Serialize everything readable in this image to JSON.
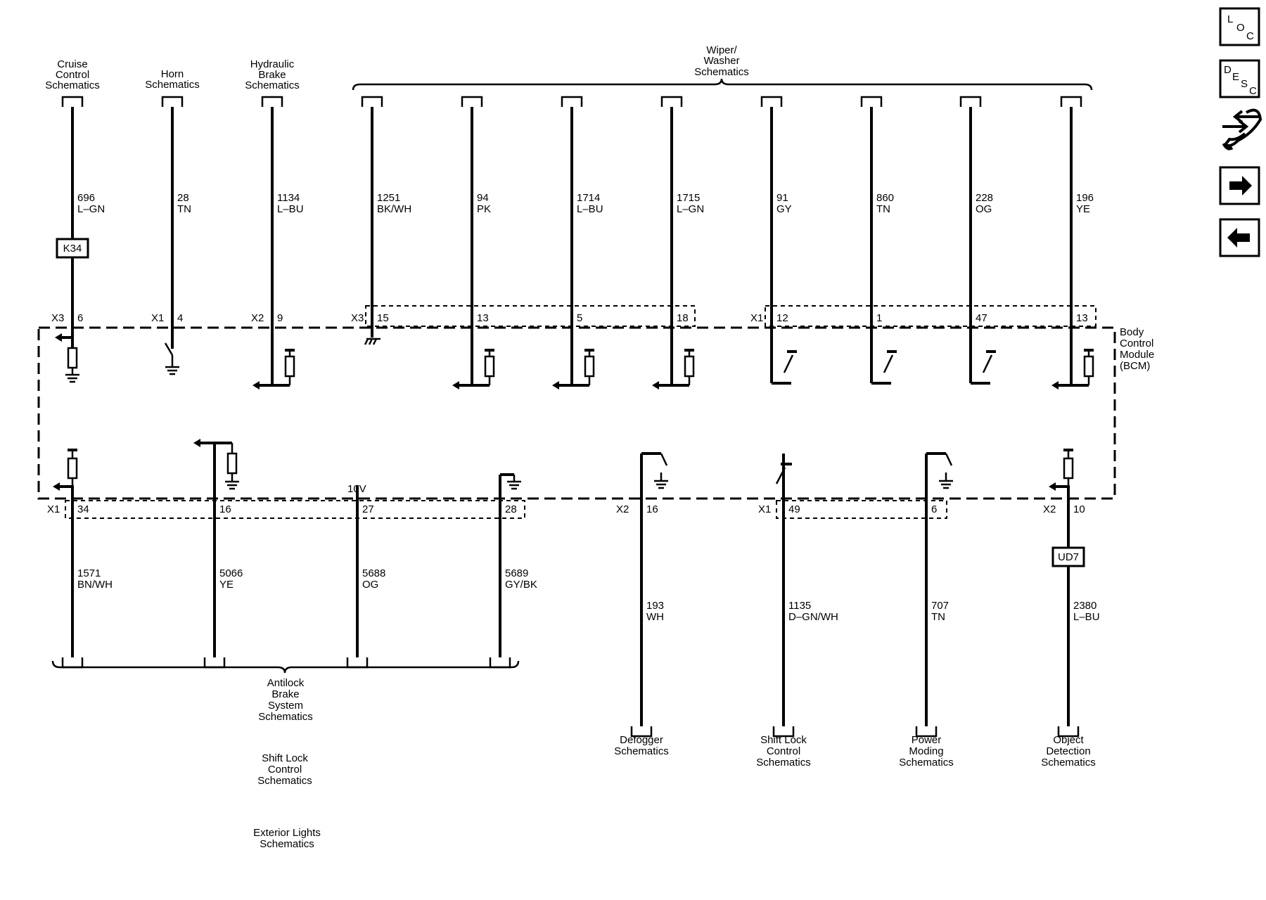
{
  "module": {
    "label_lines": [
      "Body",
      "Control",
      "Module",
      "(BCM)"
    ]
  },
  "top_destinations": [
    {
      "id": "cruise",
      "lines": [
        "Cruise",
        "Control",
        "Schematics"
      ]
    },
    {
      "id": "horn",
      "lines": [
        "Horn",
        "Schematics"
      ]
    },
    {
      "id": "hydraulic",
      "lines": [
        "Hydraulic",
        "Brake",
        "Schematics"
      ]
    },
    {
      "id": "wiper",
      "lines": [
        "Wiper/",
        "Washer",
        "Schematics"
      ]
    }
  ],
  "bottom_destinations": [
    {
      "id": "abs",
      "lines": [
        "Antilock",
        "Brake",
        "System",
        "Schematics"
      ]
    },
    {
      "id": "shiftlock-left",
      "lines": [
        "Shift Lock",
        "Control",
        "Schematics"
      ]
    },
    {
      "id": "exterior",
      "lines": [
        "Exterior Lights",
        "Schematics"
      ]
    },
    {
      "id": "defogger",
      "lines": [
        "Defogger",
        "Schematics"
      ]
    },
    {
      "id": "shiftlock",
      "lines": [
        "Shift Lock",
        "Control",
        "Schematics"
      ]
    },
    {
      "id": "power",
      "lines": [
        "Power",
        "Moding",
        "Schematics"
      ]
    },
    {
      "id": "object",
      "lines": [
        "Object",
        "Detection",
        "Schematics"
      ]
    }
  ],
  "top_wires": [
    {
      "circuit": "696",
      "color": "L–GN",
      "connector": "X3",
      "pin": "6",
      "component": "K34",
      "circuit_type": "pulldown"
    },
    {
      "circuit": "28",
      "color": "TN",
      "connector": "X1",
      "pin": "4",
      "circuit_type": "switch-ground"
    },
    {
      "circuit": "1134",
      "color": "L–BU",
      "connector": "X2",
      "pin": "9",
      "circuit_type": "pullup-input"
    },
    {
      "circuit": "1251",
      "color": "BK/WH",
      "connector": "X3",
      "pin": "15",
      "circuit_type": "chassis-ground"
    },
    {
      "circuit": "94",
      "color": "PK",
      "connector": "",
      "pin": "13",
      "circuit_type": "pullup-input"
    },
    {
      "circuit": "1714",
      "color": "L–BU",
      "connector": "",
      "pin": "5",
      "circuit_type": "pullup-input"
    },
    {
      "circuit": "1715",
      "color": "L–GN",
      "connector": "",
      "pin": "18",
      "circuit_type": "pullup-input"
    },
    {
      "circuit": "91",
      "color": "GY",
      "connector": "X1",
      "pin": "12",
      "circuit_type": "switch-output"
    },
    {
      "circuit": "860",
      "color": "TN",
      "connector": "",
      "pin": "1",
      "circuit_type": "switch-output"
    },
    {
      "circuit": "228",
      "color": "OG",
      "connector": "",
      "pin": "47",
      "circuit_type": "switch-output"
    },
    {
      "circuit": "196",
      "color": "YE",
      "connector": "",
      "pin": "13",
      "circuit_type": "pullup-input"
    }
  ],
  "bottom_wires": [
    {
      "circuit": "1571",
      "color": "BN/WH",
      "connector": "X1",
      "pin": "34",
      "circuit_type": "pullup-input"
    },
    {
      "circuit": "5066",
      "color": "YE",
      "connector": "",
      "pin": "16",
      "circuit_type": "pulldown-input"
    },
    {
      "circuit": "5688",
      "color": "OG",
      "connector": "",
      "pin": "27",
      "voltage": "10V",
      "circuit_type": "reference"
    },
    {
      "circuit": "5689",
      "color": "GY/BK",
      "connector": "",
      "pin": "28",
      "circuit_type": "ground"
    },
    {
      "circuit": "193",
      "color": "WH",
      "connector": "X2",
      "pin": "16",
      "circuit_type": "switch-ground"
    },
    {
      "circuit": "1135",
      "color": "D–GN/WH",
      "connector": "X1",
      "pin": "49",
      "circuit_type": "switch-power"
    },
    {
      "circuit": "707",
      "color": "TN",
      "connector": "",
      "pin": "6",
      "circuit_type": "switch-ground"
    },
    {
      "circuit": "2380",
      "color": "L–BU",
      "connector": "X2",
      "pin": "10",
      "component": "UD7",
      "circuit_type": "pullup-input"
    }
  ],
  "nav": {
    "loc": {
      "letters": [
        "L",
        "O",
        "C"
      ]
    },
    "desc": {
      "letters": [
        "D",
        "E",
        "S",
        "C"
      ]
    },
    "connector_icon": "connector-tool-icon",
    "next_icon": "arrow-right-icon",
    "prev_icon": "arrow-left-icon"
  }
}
